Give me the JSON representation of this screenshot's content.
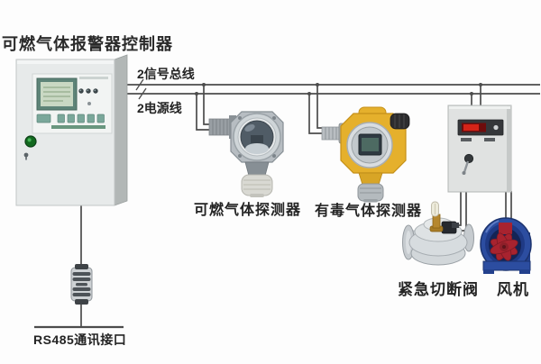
{
  "diagram": {
    "title": "可燃气体报警器控制器",
    "wires": {
      "signal_bus_label": "2信号总线",
      "power_line_label": "2电源线",
      "color": "#4c4c4c"
    },
    "labels": {
      "combustible_detector": "可燃气体探测器",
      "toxic_detector": "有毒气体探测器",
      "valve": "紧急切断阀",
      "fan": "风机",
      "rs485": "RS485通讯接口"
    },
    "colors": {
      "label_text": "#242424",
      "cabinet_body": "#e7eaea",
      "cabinet_side": "#b2b7b6",
      "lcd_screen": "#c9d8c3",
      "lcd_frame": "#5e8478",
      "power_light_green": "#12691f",
      "detector_gray": "#b7bdc2",
      "detector_window": "#505c66",
      "detector_yellow": "#e5b02c",
      "panel_gray": "#e0e2e1",
      "led_red": "#d42418",
      "valve_silver": "#d2d7da",
      "brass_stem": "#b5872e",
      "solenoid_black": "#26292e",
      "fan_blue": "#2c4da0",
      "impeller_red": "#a8232f"
    }
  }
}
